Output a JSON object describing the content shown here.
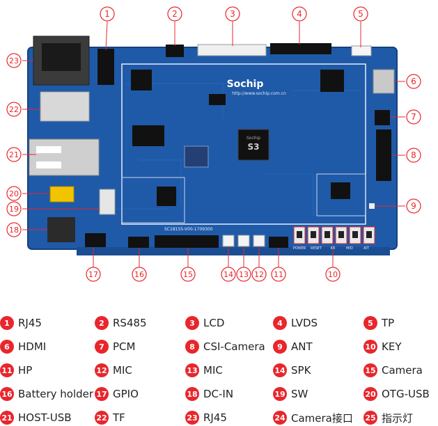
{
  "board": {
    "logo": "Sochip",
    "url": "http://www.sochip.com.cn",
    "chip_text": "S3",
    "chip_sub": "Sochip",
    "board_text": "SC18155-V00-1709300",
    "button_labels": [
      "POWER",
      "RESET",
      "KB",
      "MIO",
      "AIT"
    ],
    "colors": {
      "pcb": "#1f5aa8",
      "callout": "#e8262c"
    }
  },
  "callouts": [
    "1",
    "2",
    "3",
    "4",
    "5",
    "6",
    "7",
    "8",
    "9",
    "10",
    "11",
    "12",
    "13",
    "14",
    "15",
    "16",
    "17",
    "18",
    "19",
    "20",
    "21",
    "22",
    "23"
  ],
  "legend": [
    {
      "num": "1",
      "label": "RJ45"
    },
    {
      "num": "2",
      "label": "RS485"
    },
    {
      "num": "3",
      "label": "LCD"
    },
    {
      "num": "4",
      "label": "LVDS"
    },
    {
      "num": "5",
      "label": "TP"
    },
    {
      "num": "6",
      "label": "HDMI"
    },
    {
      "num": "7",
      "label": "PCM"
    },
    {
      "num": "8",
      "label": "CSI-Camera"
    },
    {
      "num": "9",
      "label": "ANT"
    },
    {
      "num": "10",
      "label": "KEY"
    },
    {
      "num": "11",
      "label": "HP"
    },
    {
      "num": "12",
      "label": "MIC"
    },
    {
      "num": "13",
      "label": "MIC"
    },
    {
      "num": "14",
      "label": "SPK"
    },
    {
      "num": "15",
      "label": "Camera"
    },
    {
      "num": "16",
      "label": "Battery holder"
    },
    {
      "num": "17",
      "label": "GPIO"
    },
    {
      "num": "18",
      "label": "DC-IN"
    },
    {
      "num": "19",
      "label": "SW"
    },
    {
      "num": "20",
      "label": "OTG-USB"
    },
    {
      "num": "21",
      "label": "HOST-USB"
    },
    {
      "num": "22",
      "label": "TF"
    },
    {
      "num": "23",
      "label": "RJ45"
    },
    {
      "num": "24",
      "label": "Camera接口"
    },
    {
      "num": "25",
      "label": "指示灯"
    }
  ]
}
